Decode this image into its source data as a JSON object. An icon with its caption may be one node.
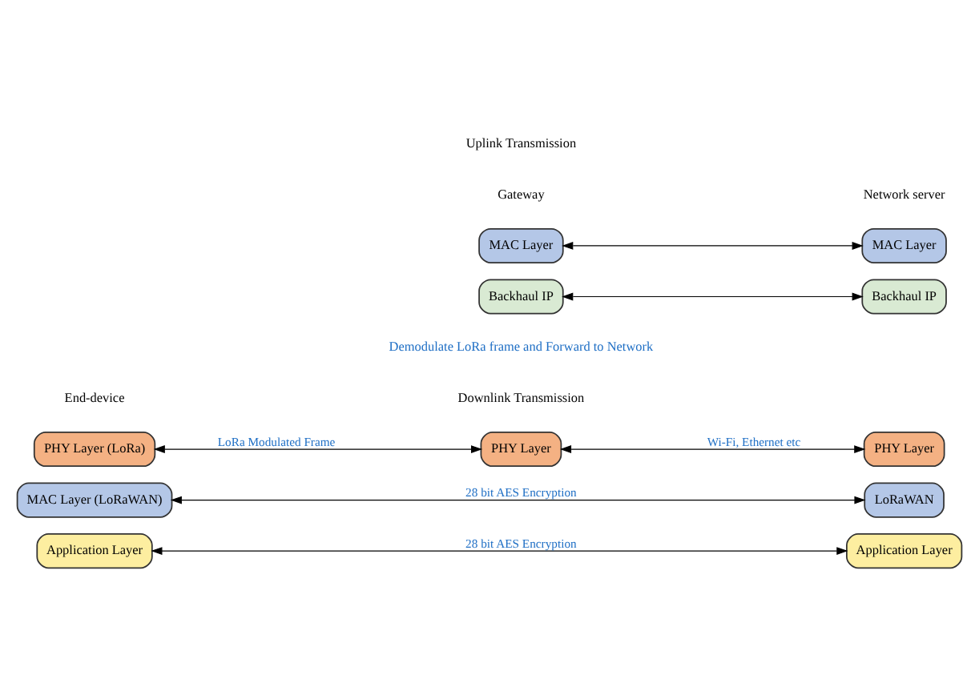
{
  "diagram": {
    "nodes": [
      {
        "text": [
          "Application Layer"
        ]
      },
      {
        "text": [
          "Application Layer"
        ]
      },
      {
        "text": [
          "MAC Layer (LoRaWAN)"
        ]
      },
      {
        "text": [
          "LoRaWAN"
        ]
      },
      {
        "text": [
          "Backhaul IP"
        ]
      },
      {
        "text": [
          "Backhaul IP"
        ]
      },
      {
        "text": [
          "MAC Layer"
        ]
      },
      {
        "text": [
          "MAC Layer"
        ]
      },
      {
        "text": [
          "PHY Layer (LoRa)"
        ]
      },
      {
        "text": [
          "PHY Layer"
        ]
      },
      {
        "text": [
          "PHY Layer"
        ]
      }
    ],
    "edges": [
      {
        "from": 0,
        "to": 1,
        "arrow": "both",
        "label": "28 bit AES Encryption"
      },
      {
        "from": 2,
        "to": 3,
        "arrow": "both",
        "label": "28 bit AES Encryption"
      },
      {
        "from": 4,
        "to": 5,
        "arrow": "both"
      },
      {
        "from": 6,
        "to": 7,
        "arrow": "both"
      },
      {
        "from": 8,
        "to": 9,
        "arrow": "both",
        "label": "LoRa Modulated Frame"
      },
      {
        "from": 9,
        "to": 10,
        "arrow": "both",
        "label": "Wi-Fi, Ethernet etc"
      }
    ],
    "labels": [
      "Downlink Transmission",
      "Demodulate LoRa frame and Forward to Network",
      "End-device",
      "Gateway",
      "Network server",
      "Uplink Transmission"
    ]
  }
}
